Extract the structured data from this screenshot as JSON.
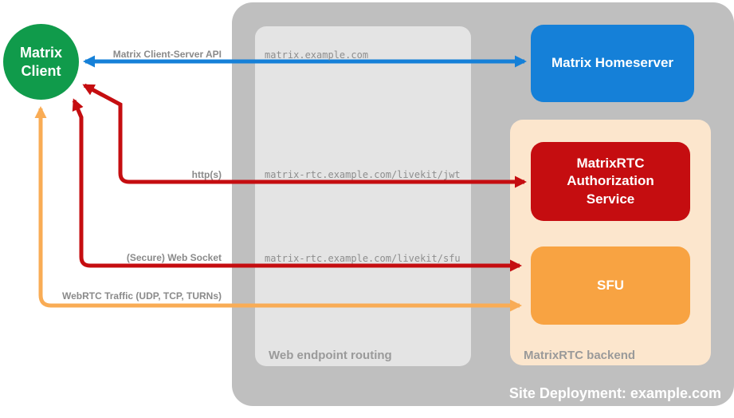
{
  "client": {
    "label": "Matrix Client"
  },
  "nodes": {
    "homeserver": "Matrix Homeserver",
    "auth_service": "MatrixRTC Authorization Service",
    "sfu": "SFU"
  },
  "containers": {
    "site_deployment": "Site Deployment: example.com",
    "web_endpoint_routing": "Web endpoint routing",
    "matrixrtc_backend": "MatrixRTC backend"
  },
  "connections": [
    {
      "label": "Matrix Client-Server API",
      "endpoint": "matrix.example.com",
      "style": "blue",
      "bidirectional": true
    },
    {
      "label": "http(s)",
      "endpoint": "matrix-rtc.example.com/livekit/jwt",
      "style": "red",
      "bidirectional": true
    },
    {
      "label": "(Secure) Web Socket",
      "endpoint": "matrix-rtc.example.com/livekit/sfu",
      "style": "red",
      "bidirectional": true
    },
    {
      "label": "WebRTC Traffic (UDP, TCP, TURNs)",
      "endpoint": "",
      "style": "orange",
      "bidirectional": true
    }
  ],
  "colors": {
    "green": "#109b4b",
    "blue": "#1580d8",
    "red": "#c50d10",
    "orange": "#f8a342",
    "orange-arrow": "#f9ac55",
    "container-gray": "#bfbfbf",
    "routing-gray": "#e4e4e4",
    "backend-peach": "#fce6cd",
    "label-gray": "#8a8a8a",
    "url-gray": "#8e8e8e",
    "section-gray": "#9a9a9a"
  }
}
